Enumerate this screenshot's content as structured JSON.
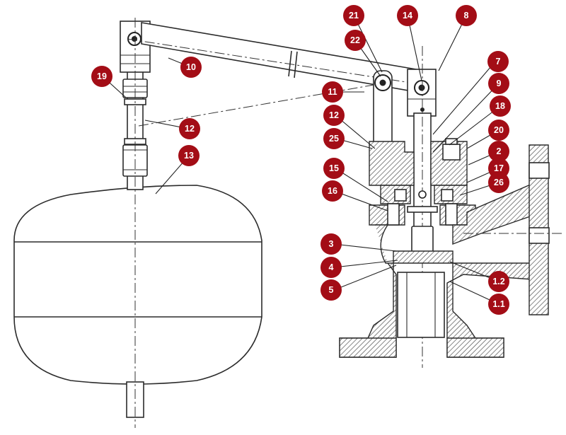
{
  "callouts": [
    {
      "id": "c21",
      "label": "21"
    },
    {
      "id": "c14",
      "label": "14"
    },
    {
      "id": "c8",
      "label": "8"
    },
    {
      "id": "c22",
      "label": "22"
    },
    {
      "id": "c10",
      "label": "10"
    },
    {
      "id": "c7",
      "label": "7"
    },
    {
      "id": "c19",
      "label": "19"
    },
    {
      "id": "c11",
      "label": "11"
    },
    {
      "id": "c9",
      "label": "9"
    },
    {
      "id": "c12a",
      "label": "12"
    },
    {
      "id": "c18",
      "label": "18"
    },
    {
      "id": "c12b",
      "label": "12"
    },
    {
      "id": "c25",
      "label": "25"
    },
    {
      "id": "c20",
      "label": "20"
    },
    {
      "id": "c13",
      "label": "13"
    },
    {
      "id": "c2",
      "label": "2"
    },
    {
      "id": "c15",
      "label": "15"
    },
    {
      "id": "c17",
      "label": "17"
    },
    {
      "id": "c16",
      "label": "16"
    },
    {
      "id": "c26",
      "label": "26"
    },
    {
      "id": "c3",
      "label": "3"
    },
    {
      "id": "c4",
      "label": "4"
    },
    {
      "id": "c5",
      "label": "5"
    },
    {
      "id": "c12_",
      "label": "1.2"
    },
    {
      "id": "c11_",
      "label": "1.1"
    }
  ],
  "colors": {
    "badge": "#a30d16",
    "badge_text": "#ffffff",
    "line": "#2b2b2b"
  }
}
